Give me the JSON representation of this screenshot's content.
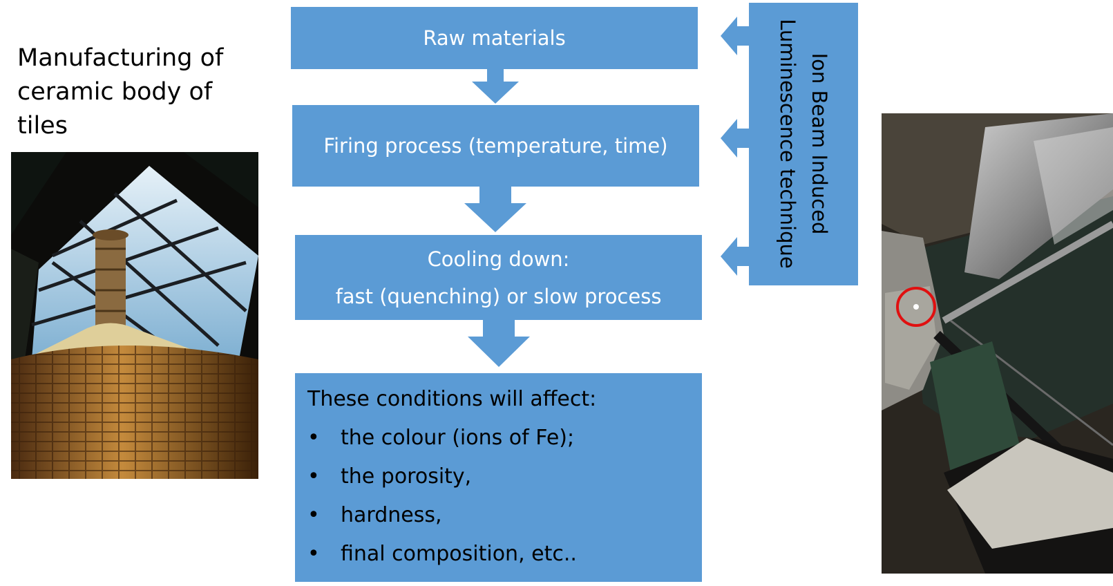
{
  "title": "Manufacturing of\nceramic body of\ntiles",
  "flow": {
    "step1": "Raw materials",
    "step2": "Firing process (temperature, time)",
    "step3": "Cooling down:\nfast (quenching) or slow process"
  },
  "effects": {
    "heading": "These conditions will affect:",
    "items": [
      "the colour (ions of Fe);",
      "the porosity,",
      "hardness,",
      "final composition, etc.."
    ]
  },
  "side_label": "Ion Beam Induced\nLuminescence technique",
  "colors": {
    "box": "#5b9bd5",
    "marker": "#e01010"
  }
}
